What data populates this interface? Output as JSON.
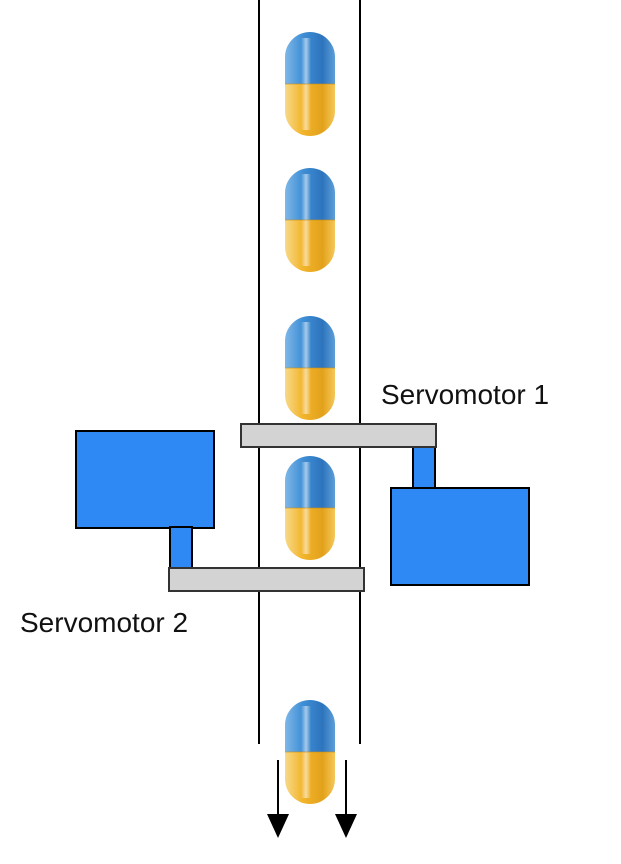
{
  "diagram": {
    "labels": {
      "servomotor_1": "Servomotor 1",
      "servomotor_2": "Servomotor 2"
    },
    "colors": {
      "motor_fill": "#2f89f5",
      "motor_stroke": "#000000",
      "gate_fill": "#d3d3d3",
      "gate_stroke": "#333333",
      "tube_stroke": "#000000",
      "capsule_top": "#3f8fd6",
      "capsule_bottom": "#f2b52c"
    },
    "capsule_count": 5,
    "icons": [
      "capsule-icon",
      "arrow-down-icon"
    ]
  }
}
